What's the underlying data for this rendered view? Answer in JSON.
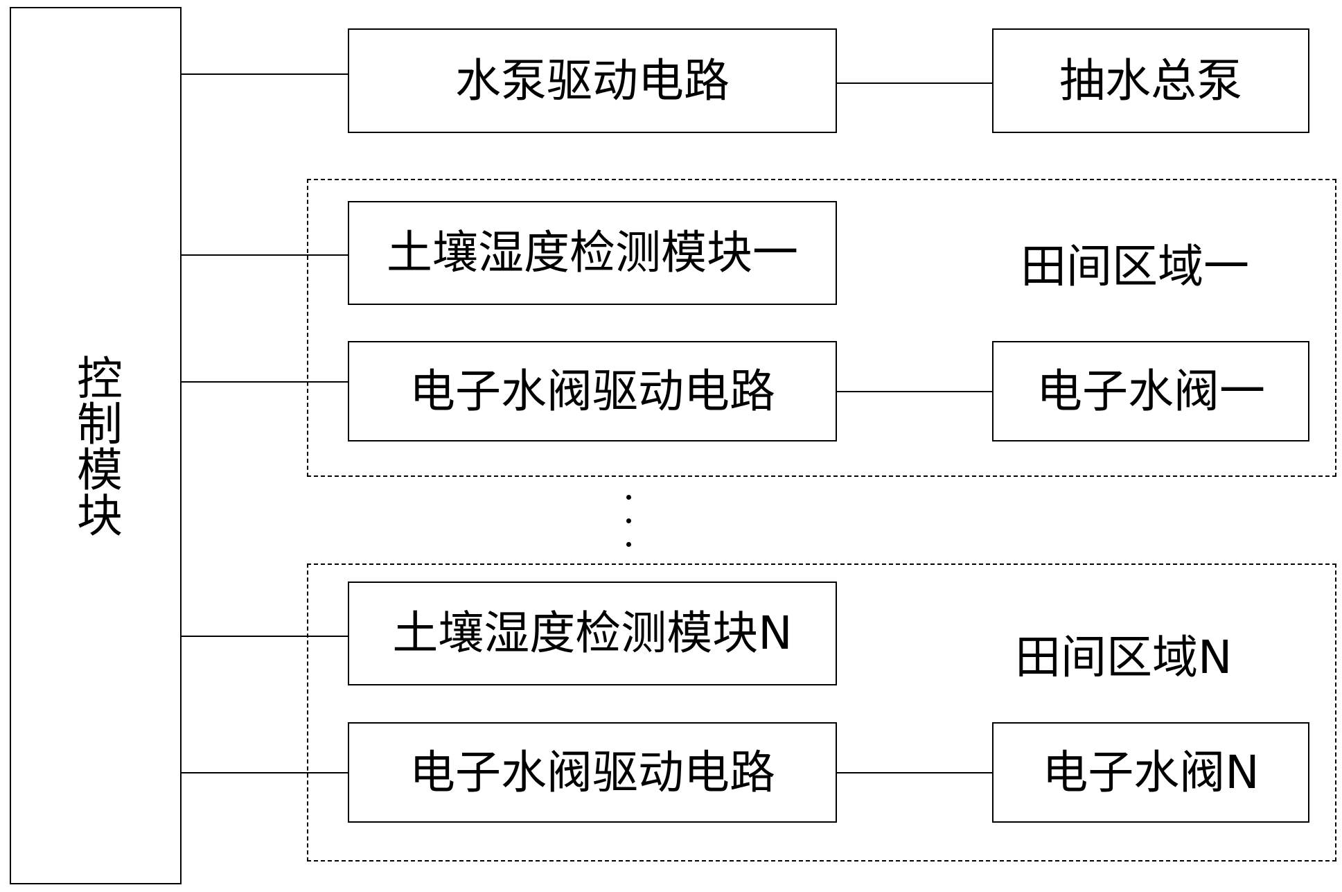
{
  "control_module": {
    "label": "控制模块"
  },
  "pump_drive": {
    "label": "水泵驱动电路"
  },
  "main_pump": {
    "label": "抽水总泵"
  },
  "region_1": {
    "label": "田间区域一",
    "sensor": "土壤湿度检测模块一",
    "valve_drive": "电子水阀驱动电路",
    "valve": "电子水阀一"
  },
  "region_n": {
    "label": "田间区域N",
    "sensor": "土壤湿度检测模块N",
    "valve_drive": "电子水阀驱动电路",
    "valve": "电子水阀N"
  }
}
